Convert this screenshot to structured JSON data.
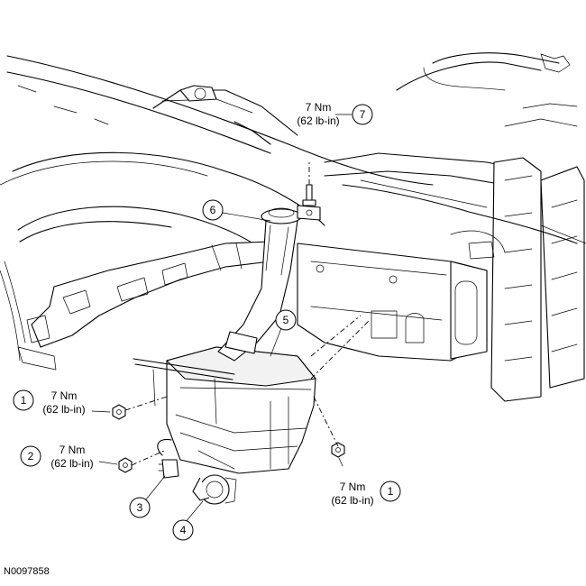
{
  "figure_id": "N0097858",
  "callouts": [
    {
      "num": "1",
      "torque_nm": "7 Nm",
      "torque_lbin": "(62 lb-in)"
    },
    {
      "num": "2",
      "torque_nm": "7 Nm",
      "torque_lbin": "(62 lb-in)"
    },
    {
      "num": "3"
    },
    {
      "num": "4"
    },
    {
      "num": "5"
    },
    {
      "num": "6"
    },
    {
      "num": "7",
      "torque_nm": "7 Nm",
      "torque_lbin": "(62 lb-in)"
    },
    {
      "num": "1",
      "torque_nm": "7 Nm",
      "torque_lbin": "(62 lb-in)"
    }
  ]
}
